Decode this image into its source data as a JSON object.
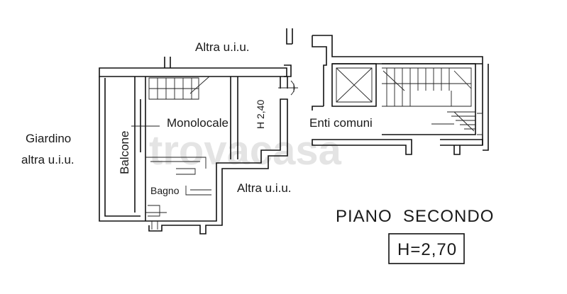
{
  "labels": {
    "altra_top": "Altra u.i.u.",
    "altra_mid": "Altra u.i.u.",
    "giardino_1": "Giardino",
    "giardino_2": "altra u.i.u.",
    "balcone": "Balcone",
    "monolocale": "Monolocale",
    "height_local": "H 2,40",
    "enti_comuni": "Enti comuni",
    "bagno": "Bagno",
    "floor_title": "PIANO  SECONDO",
    "height_main": "H=2,70"
  },
  "watermark": "trovacasa"
}
